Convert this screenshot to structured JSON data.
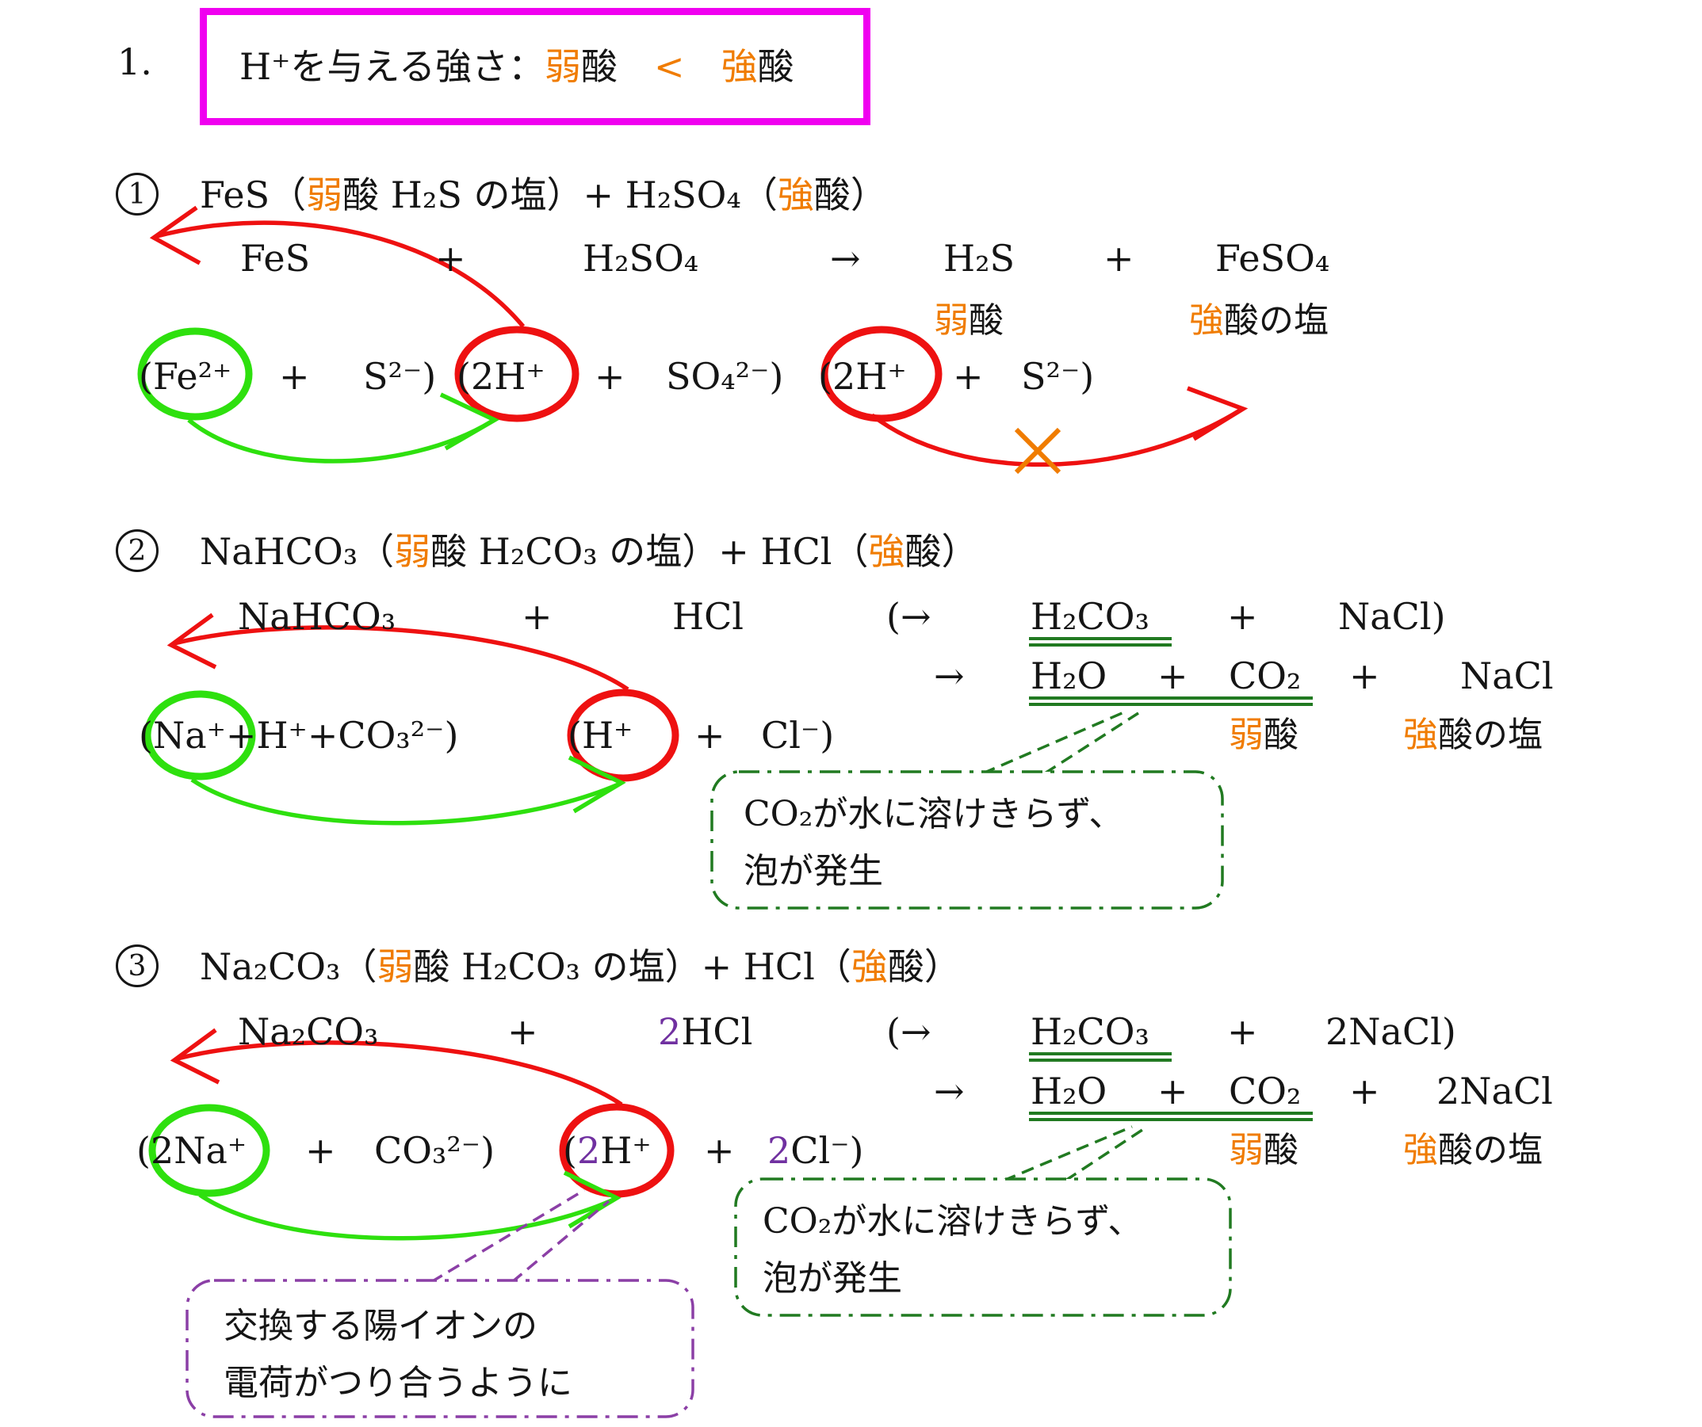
{
  "colors": {
    "highlight_box": "#f000f0",
    "accent_orange": "#f07c00",
    "annotation_red": "#ee1111",
    "annotation_green": "#2ee00e",
    "annotation_dark_green": "#217a21",
    "annotation_purple": "#8b3fa6",
    "coefficient_purple": "#7030a0"
  },
  "common": {
    "weak_char": "弱",
    "strong_char": "強",
    "acid_char": "酸",
    "acid_salt_suffix": "酸の塩",
    "plus": "+",
    "arrow": "→"
  },
  "title": {
    "number": "1.",
    "lead": "H⁺を与える強さ：",
    "less_than": "<"
  },
  "section1": {
    "number": "1",
    "head": {
      "pre": "FeS（",
      "mid": "酸 H₂S の塩）+ H₂SO₄（",
      "post": "酸）"
    },
    "eq": [
      "FeS",
      "+",
      "H₂SO₄",
      "→",
      "H₂S",
      "+",
      "FeSO₄"
    ],
    "ions": [
      "(Fe²⁺",
      "+",
      "S²⁻)",
      "(2H⁺",
      "+",
      "SO₄²⁻)",
      "(2H⁺",
      "+",
      "S²⁻)"
    ]
  },
  "section2": {
    "number": "2",
    "head": {
      "pre": "NaHCO₃（",
      "mid": "酸 H₂CO₃ の塩）+ HCl（",
      "post": "酸）"
    },
    "eq1": [
      "NaHCO₃",
      "+",
      "HCl",
      "(→",
      "H₂CO₃",
      "+",
      "NaCl)"
    ],
    "eq2": [
      "→",
      "H₂O",
      "+",
      "CO₂",
      "+",
      "NaCl"
    ],
    "ions": [
      "(Na⁺+H⁺+CO₃²⁻)",
      "(H⁺",
      "+",
      "Cl⁻)"
    ],
    "bubble": [
      "CO₂が水に溶けきらず、",
      "泡が発生"
    ]
  },
  "section3": {
    "number": "3",
    "head": {
      "pre": "Na₂CO₃（",
      "mid": "酸 H₂CO₃ の塩）+ HCl（",
      "post": "酸）"
    },
    "eq1": [
      "Na₂CO₃",
      "+",
      "2",
      "HCl",
      "(→",
      "H₂CO₃",
      "+",
      "2NaCl)"
    ],
    "eq2": [
      "→",
      "H₂O",
      "+",
      "CO₂",
      "+",
      "2NaCl"
    ],
    "ions": [
      "(2Na⁺",
      "+",
      "CO₃²⁻)",
      "(",
      "2",
      "H⁺",
      "+",
      "2",
      "Cl⁻)"
    ],
    "bubble": [
      "CO₂が水に溶けきらず、",
      "泡が発生"
    ],
    "note": [
      "交換する陽イオンの",
      "電荷がつり合うように"
    ]
  }
}
